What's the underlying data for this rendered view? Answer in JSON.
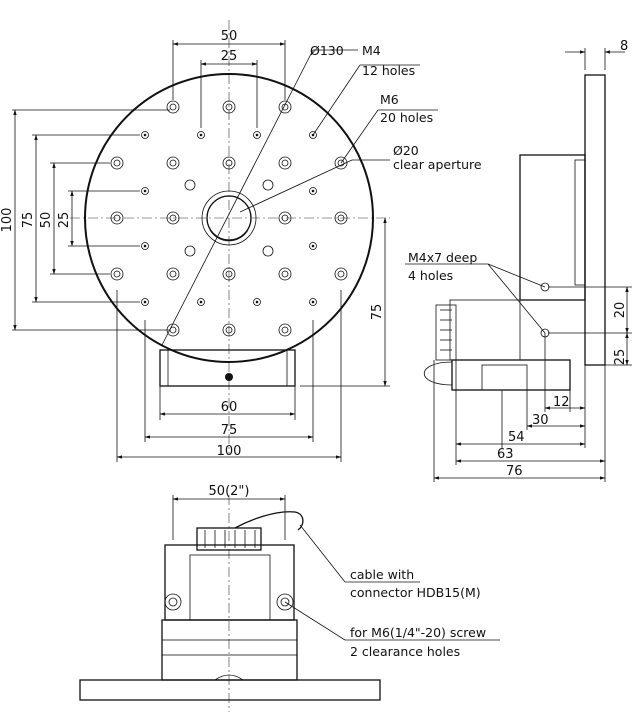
{
  "top_view": {
    "dims": {
      "d50": "50",
      "d25": "25",
      "d60": "60",
      "d75_bottom": "75",
      "d100_bottom": "100",
      "d100_left": "100",
      "d75_left": "75",
      "d50_left": "50",
      "d25_left": "25",
      "d75_right": "75"
    },
    "callouts": {
      "dia130": "Ø130",
      "m4": "M4",
      "m4_count": "12 holes",
      "m6": "M6",
      "m6_count": "20 holes",
      "dia20": "Ø20",
      "aperture": "clear aperture"
    }
  },
  "side_view": {
    "dims": {
      "d8": "8",
      "d20": "20",
      "d25": "25",
      "d12": "12",
      "d30": "30",
      "d54": "54",
      "d63": "63",
      "d76": "76"
    },
    "callouts": {
      "thread": "M4x7 deep",
      "thread_count": "4 holes"
    }
  },
  "front_view": {
    "dims": {
      "d50": "50(2\")"
    },
    "callouts": {
      "cable": "cable with",
      "connector": "connector HDB15(M)",
      "screw": "for M6(1/4\"-20) screw",
      "clearance": "2 clearance holes"
    }
  }
}
